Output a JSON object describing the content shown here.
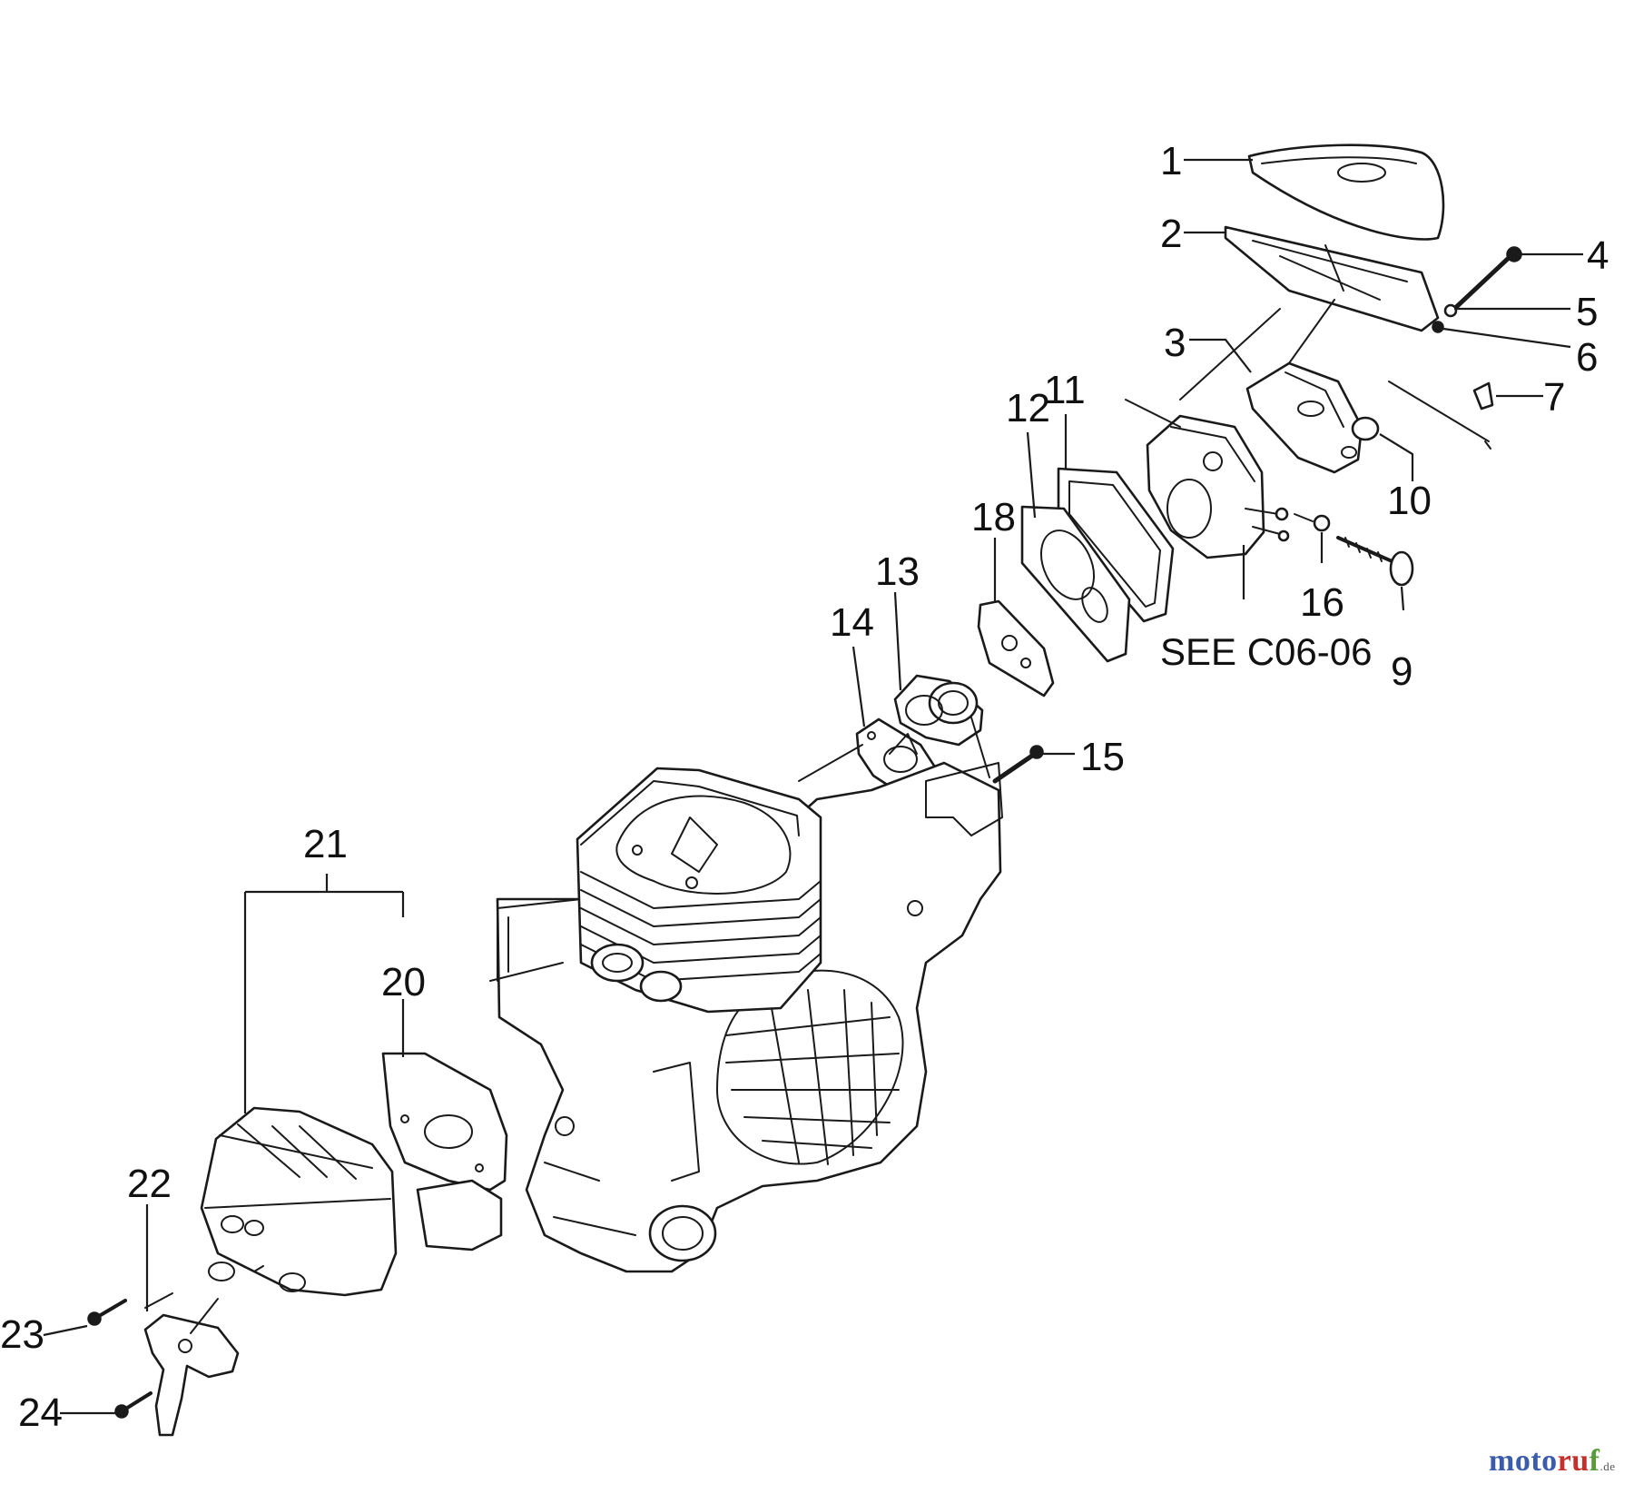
{
  "diagram": {
    "callouts": [
      "1",
      "2",
      "3",
      "4",
      "5",
      "6",
      "7",
      "9",
      "10",
      "11",
      "12",
      "13",
      "14",
      "15",
      "16",
      "18",
      "20",
      "21",
      "22",
      "23",
      "24"
    ],
    "reference_note": "SEE C06-06"
  },
  "watermark": {
    "part1": "moto",
    "part2": "ru",
    "part3": "f",
    "suffix": ".de"
  }
}
